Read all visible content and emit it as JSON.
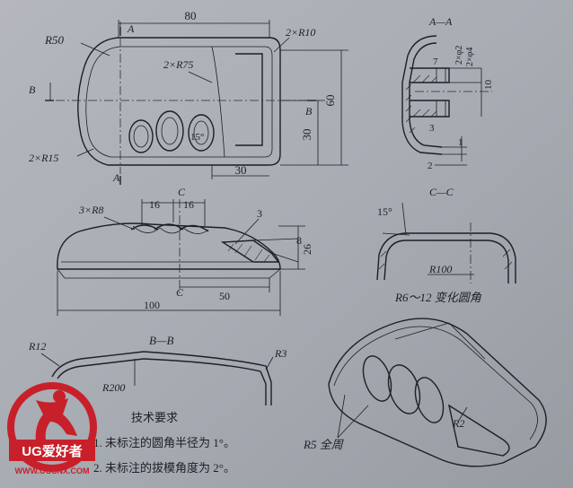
{
  "top_view": {
    "dim_80": "80",
    "r50": "R50",
    "two_r10": "2×R10",
    "two_r75": "2×R75",
    "dim_60": "60",
    "dim_30_v": "30",
    "dim_30_h": "30",
    "angle_15": "15°",
    "two_r15": "2×R15",
    "sec_a_top": "A",
    "sec_a_bottom": "A",
    "sec_b_left": "B",
    "sec_b_right": "B"
  },
  "section_aa": {
    "title": "A—A",
    "d7": "7",
    "d2xphi2": "2×φ2",
    "d2xphi4": "2×φ4",
    "d10": "10",
    "d1": "1",
    "d2": "2",
    "d3": "3"
  },
  "front_view": {
    "three_r8": "3×R8",
    "dim_16a": "16",
    "dim_16b": "16",
    "dim_3": "3",
    "dim_8": "8",
    "dim_26": "26",
    "dim_50": "50",
    "dim_100": "100",
    "sec_c_top": "C",
    "sec_c_bottom": "C"
  },
  "section_cc": {
    "title": "C—C",
    "angle_15": "15°",
    "r100": "R100",
    "note": "R6～12 变化圆角"
  },
  "section_bb": {
    "title": "B—B",
    "r12": "R12",
    "r3": "R3",
    "r200": "R200"
  },
  "iso_view": {
    "r2": "R2",
    "r5": "R5 全周"
  },
  "requirements": {
    "title": "技术要求",
    "item1": "1. 未标注的圆角半径为 1°。",
    "item2": "2. 未标注的拔模角度为 2°。"
  },
  "watermark": {
    "brand": "UG爱好者",
    "url": "WWW.UGSNX.COM"
  }
}
